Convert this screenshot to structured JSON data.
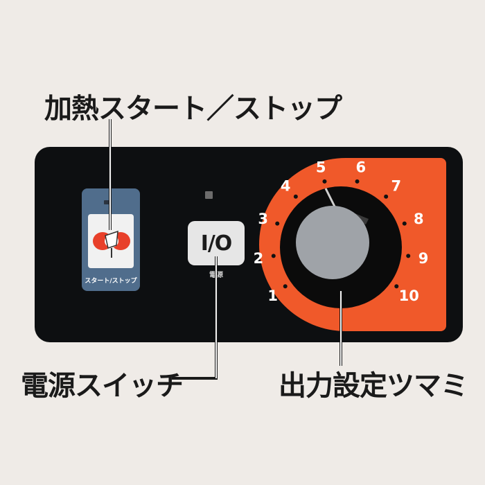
{
  "labels": {
    "heat_start_stop": "加熱スタート／ストップ",
    "power_switch": "電源スイッチ",
    "output_dial": "出力設定ツマミ"
  },
  "heat_button": {
    "caption": "スタート/ストップ"
  },
  "power_button": {
    "symbol": "I/O",
    "caption": "電源"
  },
  "dial": {
    "ticks": [
      "1",
      "2",
      "3",
      "4",
      "5",
      "6",
      "7",
      "8",
      "9",
      "10"
    ],
    "setting": "5"
  },
  "colors": {
    "panel": "#0d0f11",
    "dial_face": "#f0592a",
    "knob": "#9fa3a8",
    "heat_button": "#506d8c",
    "heat_icon": "#e8402a",
    "background": "#efebe7"
  }
}
